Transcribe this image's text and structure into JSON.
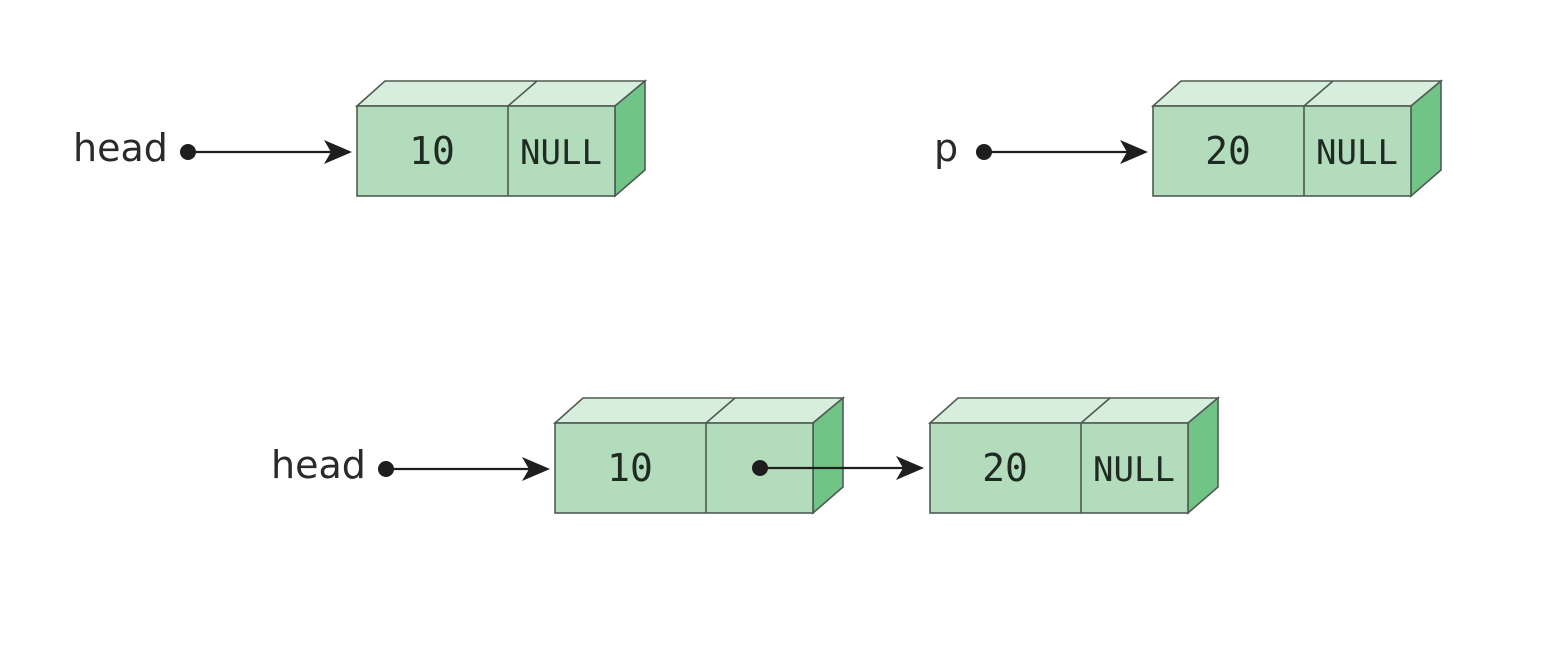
{
  "diagram": {
    "top_left": {
      "pointer_label": "head",
      "node": {
        "value": "10",
        "next": "NULL"
      }
    },
    "top_right": {
      "pointer_label": "p",
      "node": {
        "value": "20",
        "next": "NULL"
      }
    },
    "bottom": {
      "pointer_label": "head",
      "first_node": {
        "value": "10"
      },
      "second_node": {
        "value": "20",
        "next": "NULL"
      }
    }
  },
  "colors": {
    "node_front": "#b2dcbb",
    "node_top": "#d6eedb",
    "node_side": "#70c586",
    "outline": "#4f5b52",
    "arrow": "#1e1e1e",
    "text": "#2a2a2a"
  }
}
